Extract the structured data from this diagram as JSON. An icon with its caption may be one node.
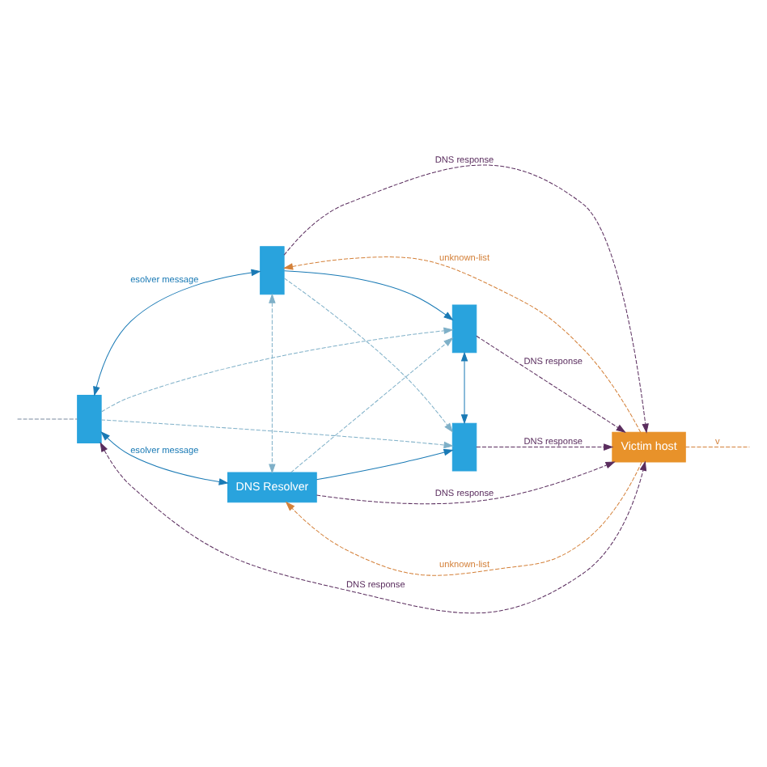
{
  "diagram": {
    "nodes": [
      {
        "text": [],
        "shape": "box"
      },
      {
        "text": [],
        "shape": "box"
      },
      {
        "text": [],
        "shape": "box"
      },
      {
        "text": [],
        "shape": "box"
      },
      {
        "text": [
          "DNS Resolver"
        ]
      },
      {
        "text": [
          "Victim host"
        ]
      }
    ],
    "edges": [
      {
        "from": 2,
        "to": 0,
        "arrow": "both",
        "label": "esolver message",
        "color": "#1a7ab5"
      },
      {
        "from": 2,
        "to": 4,
        "arrow": "both",
        "label": "esolver message",
        "color": "#1a7ab5"
      },
      {
        "from": 0,
        "to": 1,
        "arrow": "to",
        "color": "#1a7ab5"
      },
      {
        "from": 1,
        "to": 3,
        "arrow": "both",
        "color": "#1a7ab5"
      },
      {
        "from": 4,
        "to": 3,
        "arrow": "to",
        "color": "#1a7ab5"
      },
      {
        "from": 0,
        "to": 4,
        "arrow": "both",
        "style": "dashed",
        "color": "#7fb0c8"
      },
      {
        "from": 2,
        "to": 1,
        "arrow": "to",
        "style": "dashed",
        "color": "#7fb0c8"
      },
      {
        "from": 4,
        "to": 1,
        "arrow": "to",
        "style": "dashed",
        "color": "#7fb0c8"
      },
      {
        "from": 0,
        "to": 3,
        "arrow": "to",
        "style": "dashed",
        "color": "#7fb0c8"
      },
      {
        "from": 2,
        "to": 3,
        "arrow": "to",
        "style": "dashed",
        "color": "#7fb0c8"
      },
      {
        "from": 0,
        "to": 5,
        "arrow": "to",
        "label": "DNS response",
        "style": "dashed",
        "color": "#5a2d5e"
      },
      {
        "from": 5,
        "to": 0,
        "arrow": "to",
        "label": "unknown-list",
        "style": "dashed",
        "color": "#d4813a"
      },
      {
        "from": 1,
        "to": 5,
        "arrow": "to",
        "label": "DNS response",
        "style": "dashed",
        "color": "#5a2d5e"
      },
      {
        "from": 2,
        "to": 5,
        "arrow": "both",
        "label": "DNS response",
        "style": "dashed",
        "color": "#5a2d5e"
      },
      {
        "from": 3,
        "to": 5,
        "arrow": "to",
        "label": "DNS response",
        "style": "dashed",
        "color": "#5a2d5e"
      },
      {
        "from": 5,
        "to": 4,
        "arrow": "to",
        "label": "unknown-list",
        "style": "dashed",
        "color": "#d4813a"
      },
      {
        "from": 4,
        "to": 5,
        "arrow": "to",
        "label": "DNS response",
        "style": "dashed",
        "color": "#5a2d5e"
      },
      {
        "from": null,
        "to": 2,
        "arrow": "none",
        "style": "dashed",
        "color": "#7a8aa0"
      },
      {
        "from": 5,
        "to": null,
        "arrow": "none",
        "label": "v",
        "style": "dashed",
        "color": "#d4813a"
      }
    ]
  }
}
